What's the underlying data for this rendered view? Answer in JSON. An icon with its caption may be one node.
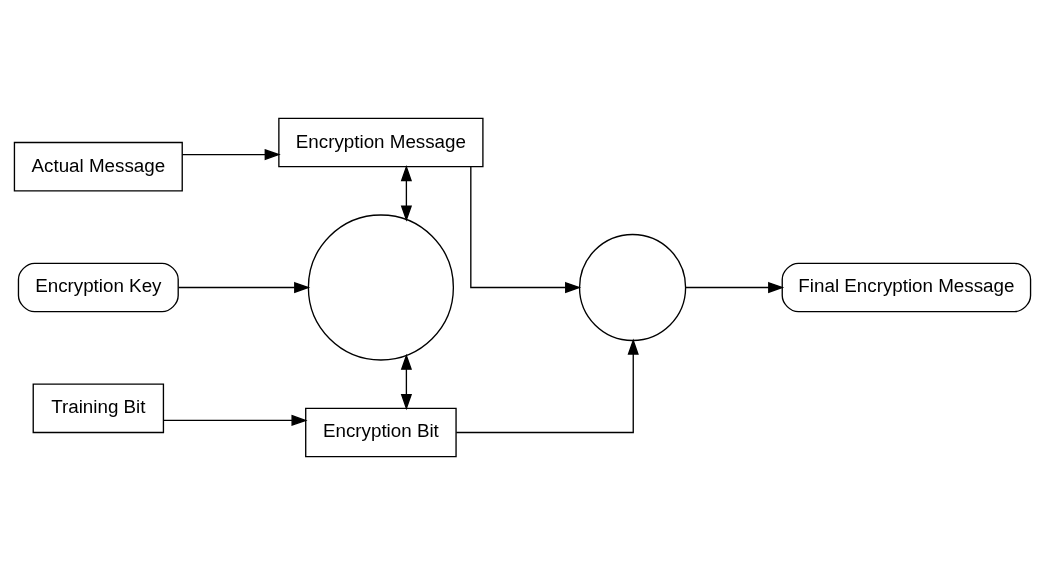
{
  "diagram": {
    "nodes": [
      {
        "text": [
          "Actual Message"
        ]
      },
      {
        "text": [
          "Encryption Message"
        ]
      },
      {
        "text": [
          "Encryption Key"
        ]
      },
      {
        "text": [],
        "shape": "circle"
      },
      {
        "text": [],
        "shape": "circle"
      },
      {
        "text": [
          "Final Encryption Message"
        ]
      },
      {
        "text": [
          "Training Bit"
        ]
      },
      {
        "text": [
          "Encryption Bit"
        ]
      }
    ],
    "edges": [
      {
        "from": 0,
        "to": 1,
        "arrow": "to"
      },
      {
        "from": 1,
        "to": 4,
        "arrow": "to"
      },
      {
        "from": 1,
        "to": 3,
        "arrow": "both"
      },
      {
        "from": 2,
        "to": 3,
        "arrow": "to"
      },
      {
        "from": 3,
        "to": 7,
        "arrow": "both"
      },
      {
        "from": 6,
        "to": 7,
        "arrow": "to"
      },
      {
        "from": 7,
        "to": 4,
        "arrow": "to"
      },
      {
        "from": 4,
        "to": 5,
        "arrow": "to"
      }
    ]
  }
}
